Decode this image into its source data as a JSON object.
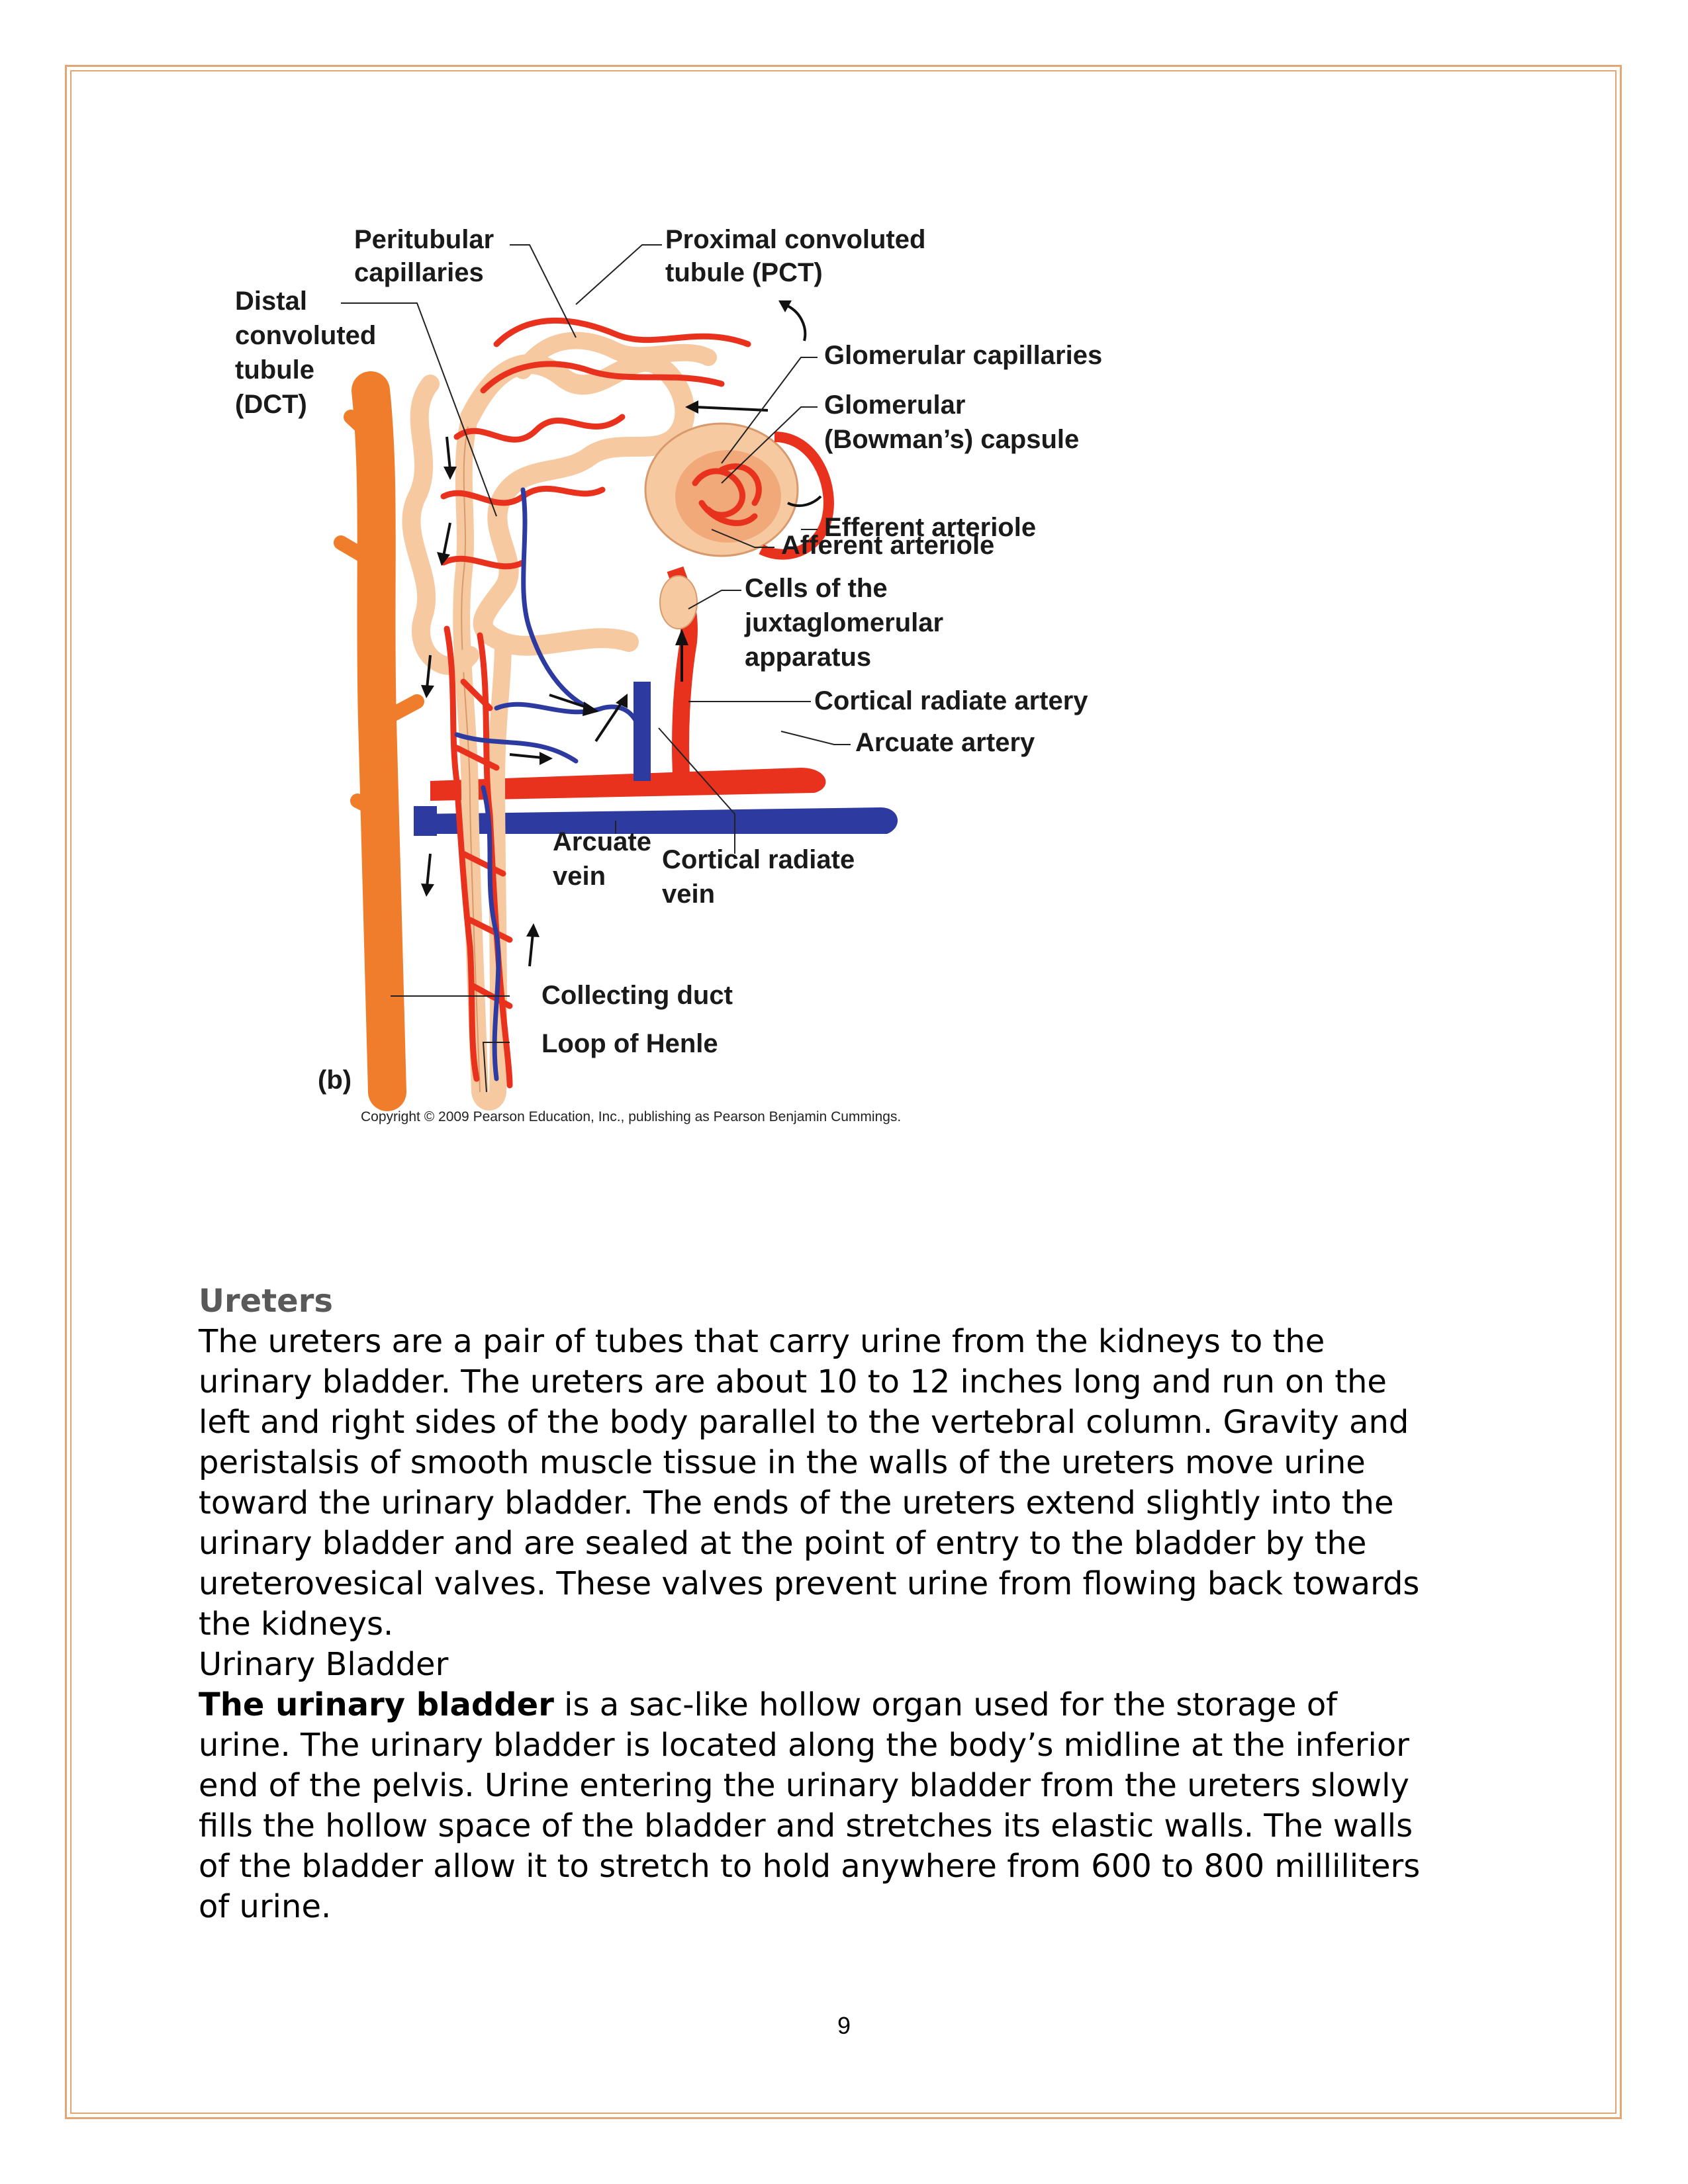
{
  "figure": {
    "labels": {
      "peritubular": [
        "Peritubular",
        "capillaries"
      ],
      "pct": [
        "Proximal convoluted",
        "tubule (PCT)"
      ],
      "dct": [
        "Distal",
        "convoluted",
        "tubule",
        "(DCT)"
      ],
      "glomerular_capillaries": "Glomerular capillaries",
      "bowman": [
        "Glomerular",
        "(Bowman’s) capsule"
      ],
      "efferent": "Efferent arteriole",
      "afferent": "Afferent arteriole",
      "jga": [
        "Cells of the",
        "juxtaglomerular",
        "apparatus"
      ],
      "cortical_radiate_artery": "Cortical radiate artery",
      "arcuate_artery": "Arcuate artery",
      "arcuate_vein": [
        "Arcuate",
        "vein"
      ],
      "cortical_radiate_vein": [
        "Cortical radiate",
        "vein"
      ],
      "collecting_duct": "Collecting duct",
      "loop_of_henle": "Loop of Henle",
      "panel": "(b)"
    },
    "copyright": "Copyright © 2009 Pearson Education, Inc., publishing as Pearson Benjamin Cummings.",
    "colors": {
      "artery": "#e8321e",
      "vein": "#2d3aa0",
      "tubule": "#f6c9a0",
      "duct": "#f07d2c",
      "border": "#e3a672"
    }
  },
  "ureters": {
    "heading": "Ureters",
    "lines": [
      "The ureters are a pair of tubes that carry urine from the kidneys to the",
      "urinary bladder. The ureters are about 10 to 12 inches long and run on the",
      "left and right sides of the body parallel to the vertebral column. Gravity and",
      "peristalsis of smooth muscle tissue in the walls of the ureters move urine",
      "toward the urinary bladder. The ends of the ureters extend slightly into the",
      "urinary bladder and are sealed at the point of entry to the bladder by the",
      "ureterovesical valves. These valves prevent urine from flowing back towards",
      "the kidneys."
    ]
  },
  "bladder": {
    "heading": "Urinary Bladder",
    "first_bold": "The urinary bladder",
    "first_rest": " is a sac-like hollow organ used for the storage of",
    "lines": [
      "urine. The urinary bladder is located along the body’s midline at the inferior",
      "end of the pelvis. Urine entering the urinary bladder from the ureters slowly",
      "fills the hollow space of the bladder and stretches its elastic walls. The walls",
      "of the bladder allow it to stretch to hold anywhere from 600 to 800 milliliters",
      "of urine."
    ]
  },
  "page_number": "9"
}
